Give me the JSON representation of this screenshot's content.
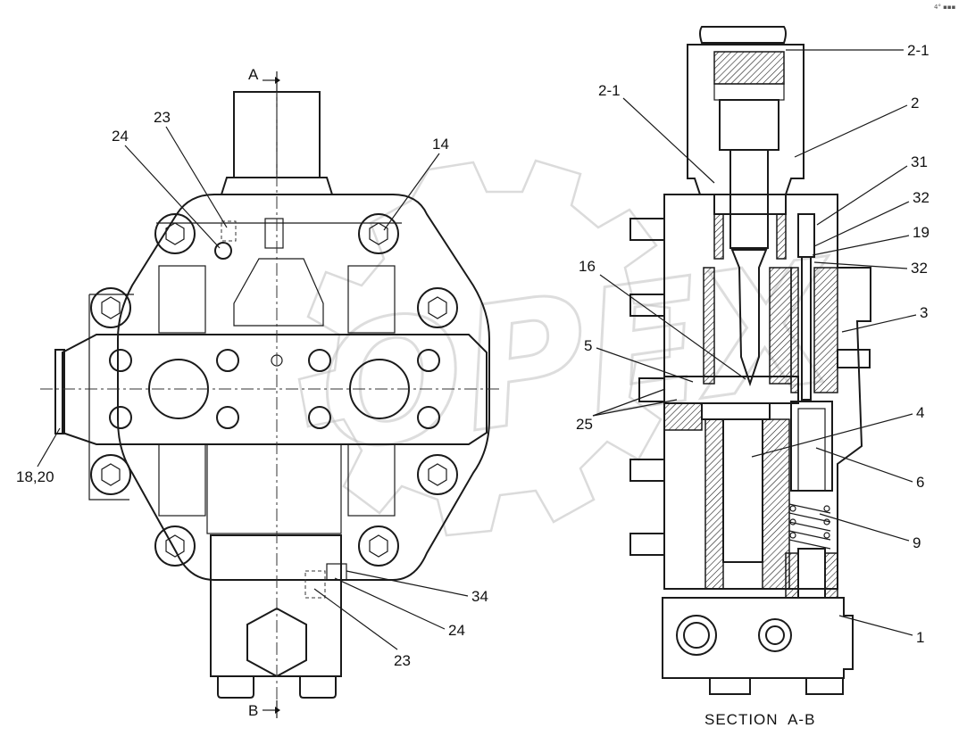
{
  "watermark": {
    "text": "OPEX"
  },
  "corner_mark": "4° ▪▪▪",
  "left_view": {
    "section_marks": {
      "top": "A",
      "bottom": "B"
    },
    "callouts": {
      "c23_top": "23",
      "c24_top": "24",
      "c14": "14",
      "c18_20": "18,20",
      "c34": "34",
      "c24_bottom": "24",
      "c23_bottom": "23"
    }
  },
  "right_view": {
    "caption": "SECTION  A-B",
    "callouts": {
      "c2_1_right": "2-1",
      "c2_1_left": "2-1",
      "c2": "2",
      "c31": "31",
      "c32_upper": "32",
      "c19": "19",
      "c32_lower": "32",
      "c16": "16",
      "c3": "3",
      "c5": "5",
      "c25": "25",
      "c4": "4",
      "c6": "6",
      "c9": "9",
      "c1": "1"
    }
  }
}
